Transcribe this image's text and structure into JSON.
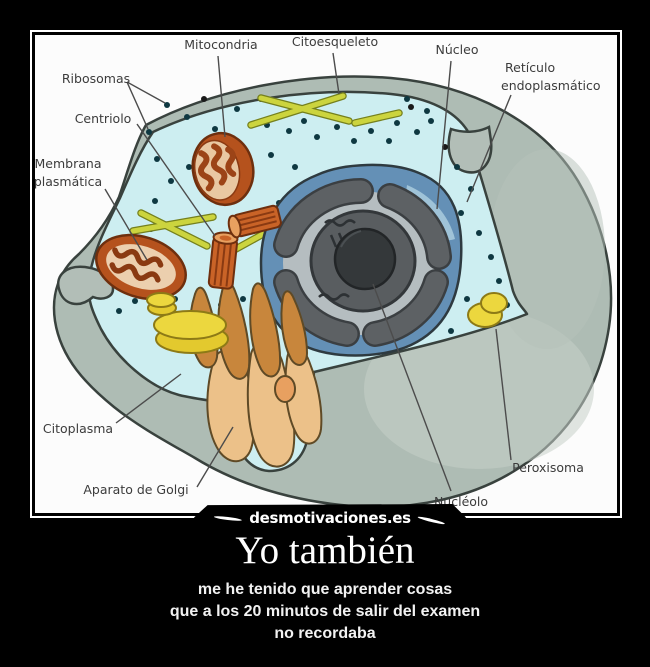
{
  "poster": {
    "site_watermark": "desmotivaciones.es",
    "caption": {
      "title": "Yo también",
      "subtitle_line1": "me he tenido que aprender cosas",
      "subtitle_line2": "que a los 20 minutos de salir del examen",
      "subtitle_line3": "no recordaba"
    }
  },
  "diagram": {
    "labels": [
      {
        "text": "Mitocondria"
      },
      {
        "text": "Citoesqueleto"
      },
      {
        "text": "Núcleo"
      },
      {
        "line1": "Retículo",
        "line2": "endoplasmático"
      },
      {
        "text": "Ribosomas"
      },
      {
        "text": "Centriolo"
      },
      {
        "line1": "Membrana",
        "line2": "plasmática"
      },
      {
        "text": "Citoplasma"
      },
      {
        "text": "Aparato de Golgi"
      },
      {
        "text": "Nucléolo"
      },
      {
        "text": "Peroxisoma"
      }
    ],
    "colors": {
      "background": "#000000",
      "frame_border": "#ffffff",
      "image_background": "#fcfcfc",
      "cell_outer": "#aebcb4",
      "cytoplasm": "#cdeef1",
      "membrane_stroke": "#39423e",
      "nucleus_blue": "#6490b6",
      "nucleus_light_blue": "#9fc3d8",
      "nuclear_envelope": "#5d6164",
      "envelope_channel": "#b5bdc0",
      "nucleoplasm": "#595d60",
      "nucleolus": "#34383a",
      "mitochondria": "#b5521d",
      "mitochondria_inner": "#e9c8a2",
      "golgi_light": "#ecc189",
      "golgi_dark": "#c8863c",
      "vesicle_yellow": "#ecd73e",
      "cytoskeleton_green": "#ccd43e",
      "ribosome_dot": "#0e3841",
      "label_text": "#3c3c3c"
    }
  }
}
